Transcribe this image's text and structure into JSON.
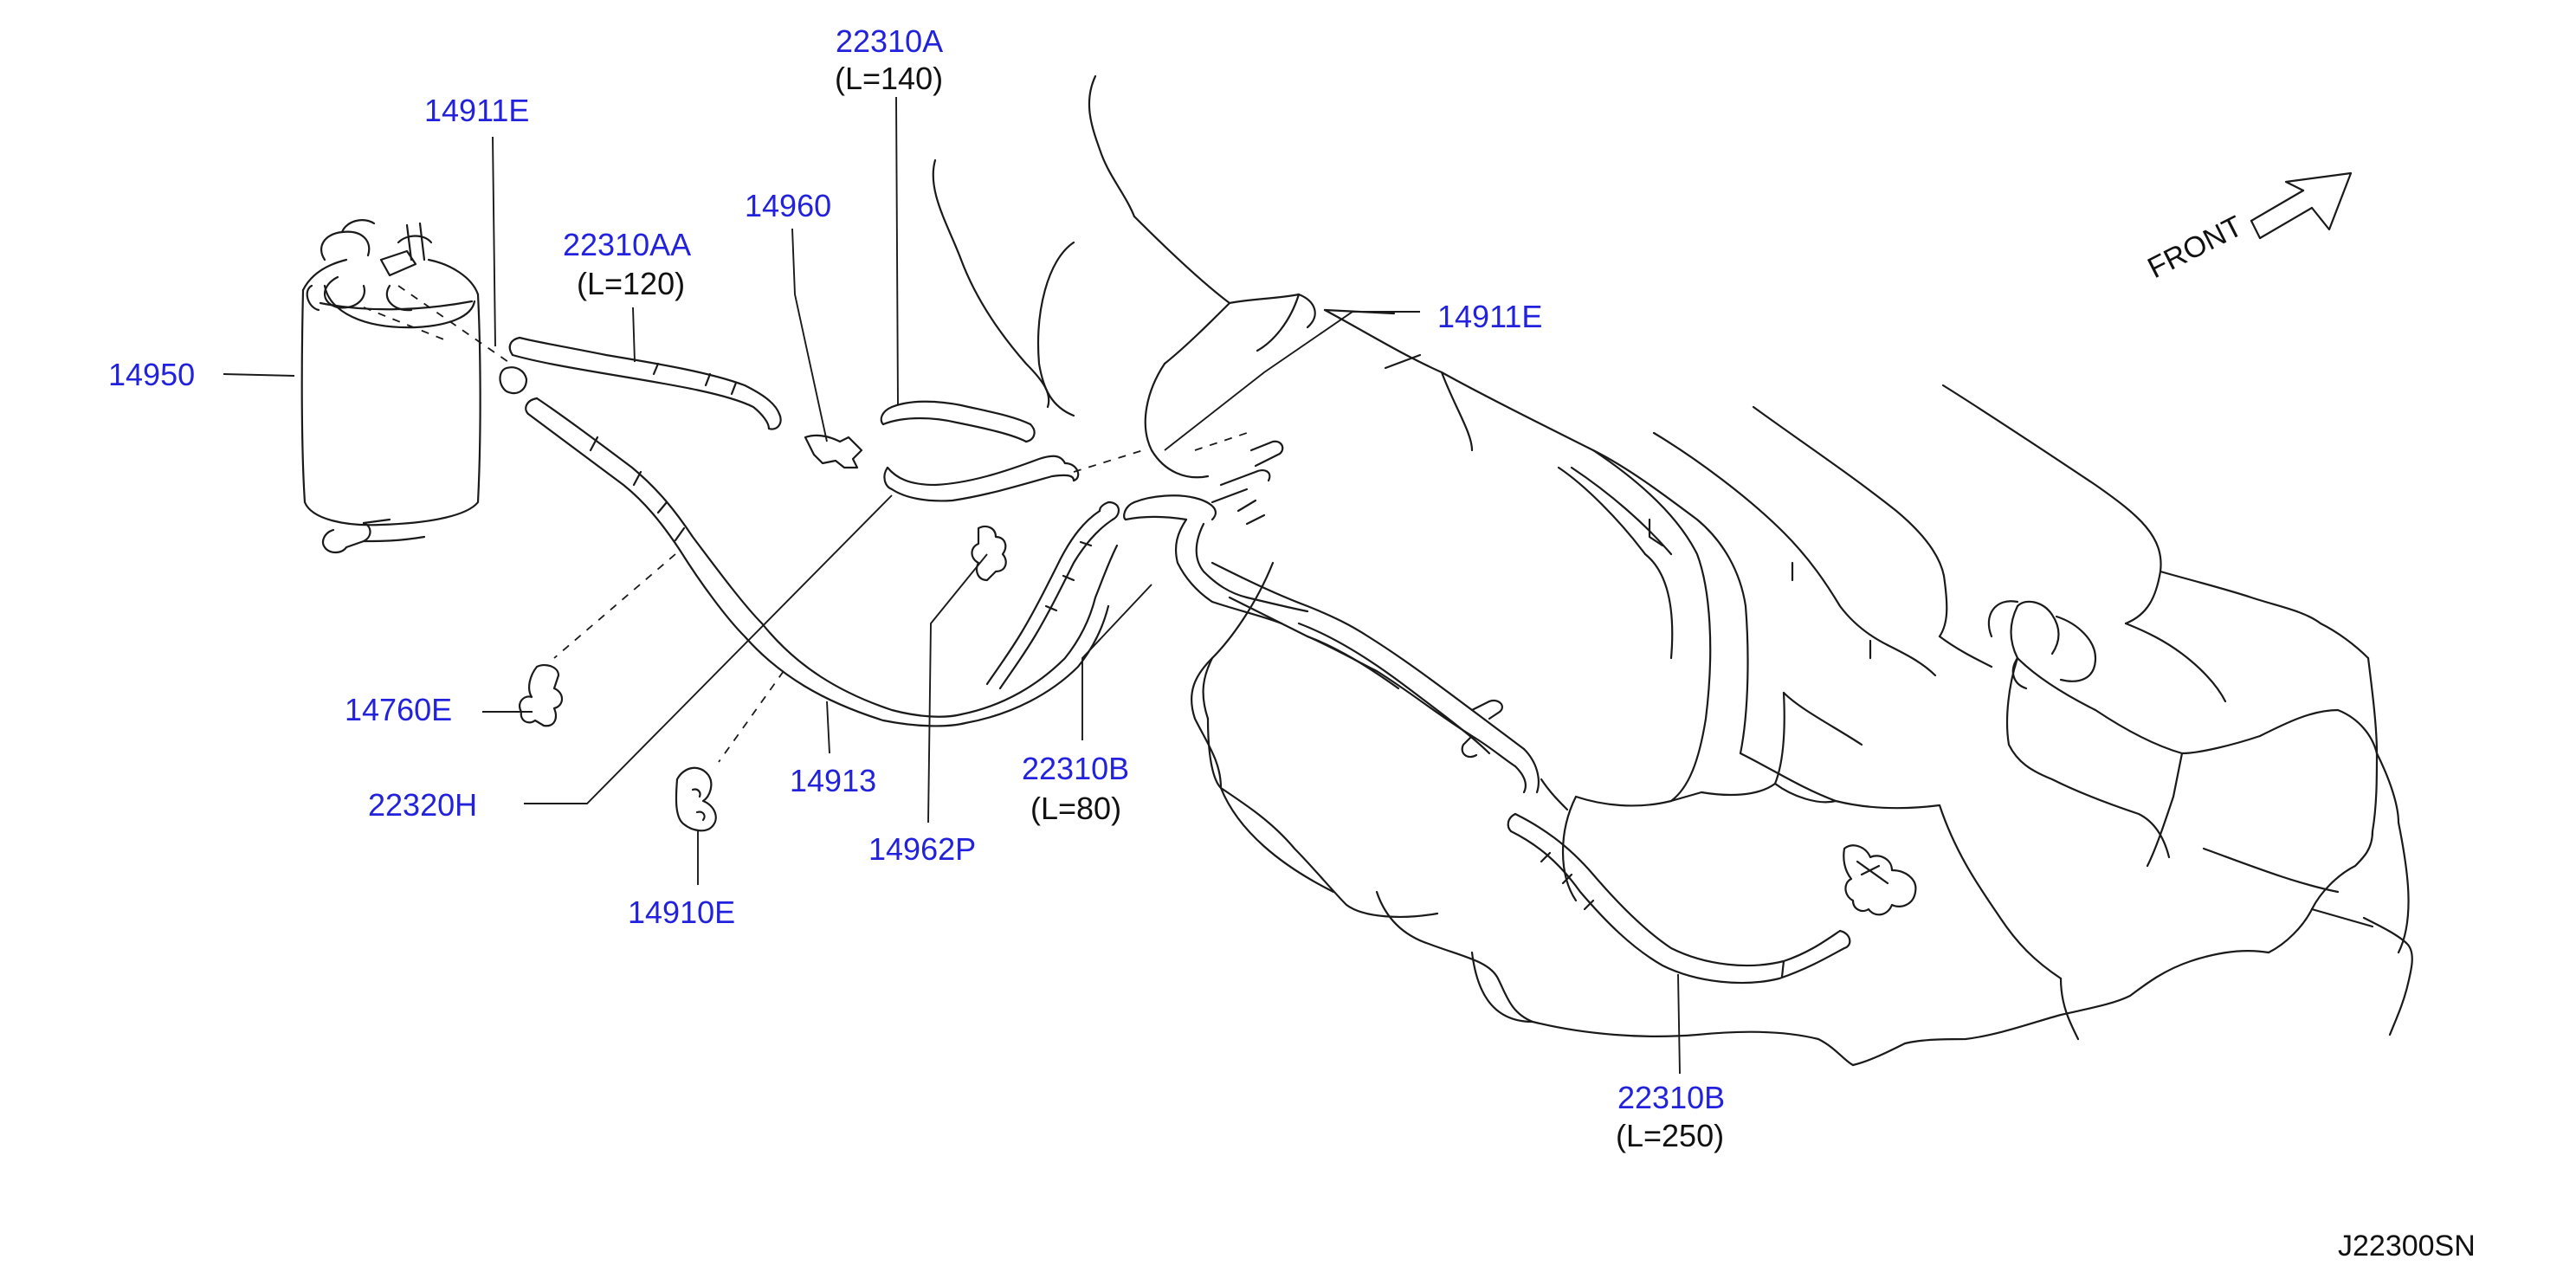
{
  "colors": {
    "part_number": "#2222dd",
    "text": "#111111",
    "line": "#1a1a1a",
    "background": "#ffffff"
  },
  "labels": {
    "p14911E_a": "14911E",
    "p22310A": "22310A",
    "p22310A_len": "(L=140)",
    "p14960": "14960",
    "p22310AA": "22310AA",
    "p22310AA_len": "(L=120)",
    "p14950": "14950",
    "p14911E_b": "14911E",
    "p14760E": "14760E",
    "p22320H": "22320H",
    "p14913": "14913",
    "p14910E": "14910E",
    "p14962P": "14962P",
    "p22310B_a": "22310B",
    "p22310B_a_len": "(L=80)",
    "p22310B_b": "22310B",
    "p22310B_b_len": "(L=250)"
  },
  "front_label": "FRONT",
  "drawing_code": "J22300SN"
}
